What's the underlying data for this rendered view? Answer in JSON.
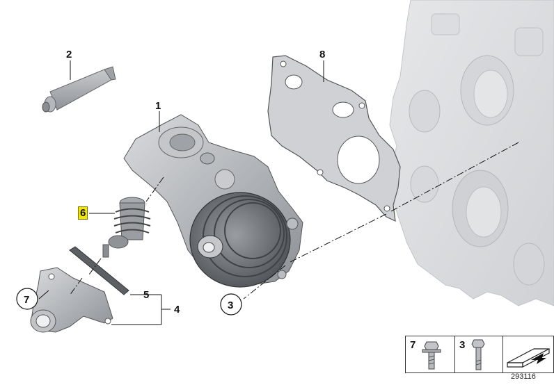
{
  "diagram": {
    "callouts": {
      "c1": "1",
      "c2": "2",
      "c3": "3",
      "c4": "4",
      "c5": "5",
      "c6": "6",
      "c7": "7",
      "c8": "8"
    },
    "legend": {
      "cell1_number": "7",
      "cell2_number": "3"
    },
    "catalog_number": "293116",
    "colors": {
      "part_grey": "#b9bcc0",
      "part_dark": "#6b6e73",
      "highlight": "#f2e600",
      "line": "#111111"
    }
  }
}
